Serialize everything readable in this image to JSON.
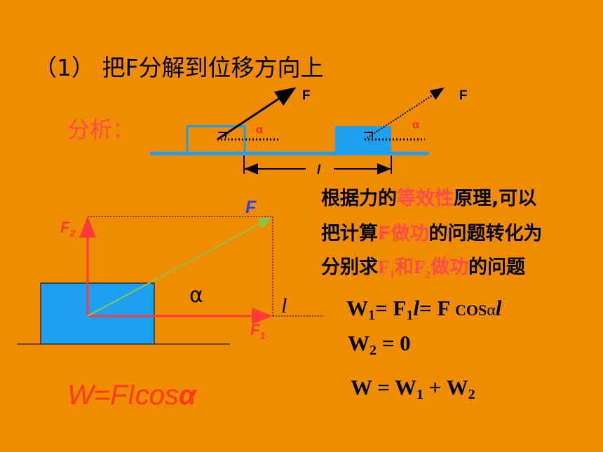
{
  "title": "（1） 把F分解到位移方向上",
  "analysis_label": "分析：",
  "top_diagram": {
    "force_label_left": "F",
    "force_label_right": "F",
    "angle_label_left": "α",
    "angle_label_right": "α",
    "displacement_label": "l"
  },
  "description": {
    "line1_a": "根据力的",
    "line1_highlight": "等效性",
    "line1_b": "原理,可以",
    "line2_a": "把计算",
    "line2_highlight": "F做功",
    "line2_b": "的问题转化为",
    "line3_a": "分别求",
    "line3_f1": "F",
    "line3_f1_sub": "1",
    "line3_and": "和",
    "line3_f2": "F",
    "line3_f2_sub": "2",
    "line3_highlight": "做功",
    "line3_b": "的问题"
  },
  "lower_diagram": {
    "force_label": "F",
    "f1_label": "F",
    "f1_sub": "1",
    "f2_label": "F",
    "f2_sub": "2",
    "angle_label": "α",
    "displacement_label": "l"
  },
  "equations": {
    "w1": {
      "a": "W",
      "a_sub": "1",
      "b": "= F",
      "b_sub": "1",
      "l": "l",
      "c": "= F ",
      "cos": "COS",
      "alpha": "α",
      "l2": "l"
    },
    "w2": {
      "a": "W",
      "a_sub": "2",
      "b": " = 0"
    },
    "w": {
      "a": "W = W",
      "a_sub": "1",
      "b": " + W",
      "b_sub": "2"
    }
  },
  "formula": {
    "a": "W=F",
    "l": "l",
    "b": "cos",
    "alpha": "α"
  },
  "colors": {
    "background": "#f08c00",
    "box": "#1ea0f0",
    "ground": "#1ea0f0",
    "highlight": "#ff4d4d",
    "force_vector": "#8bc34a",
    "force_label": "#2340ff"
  }
}
